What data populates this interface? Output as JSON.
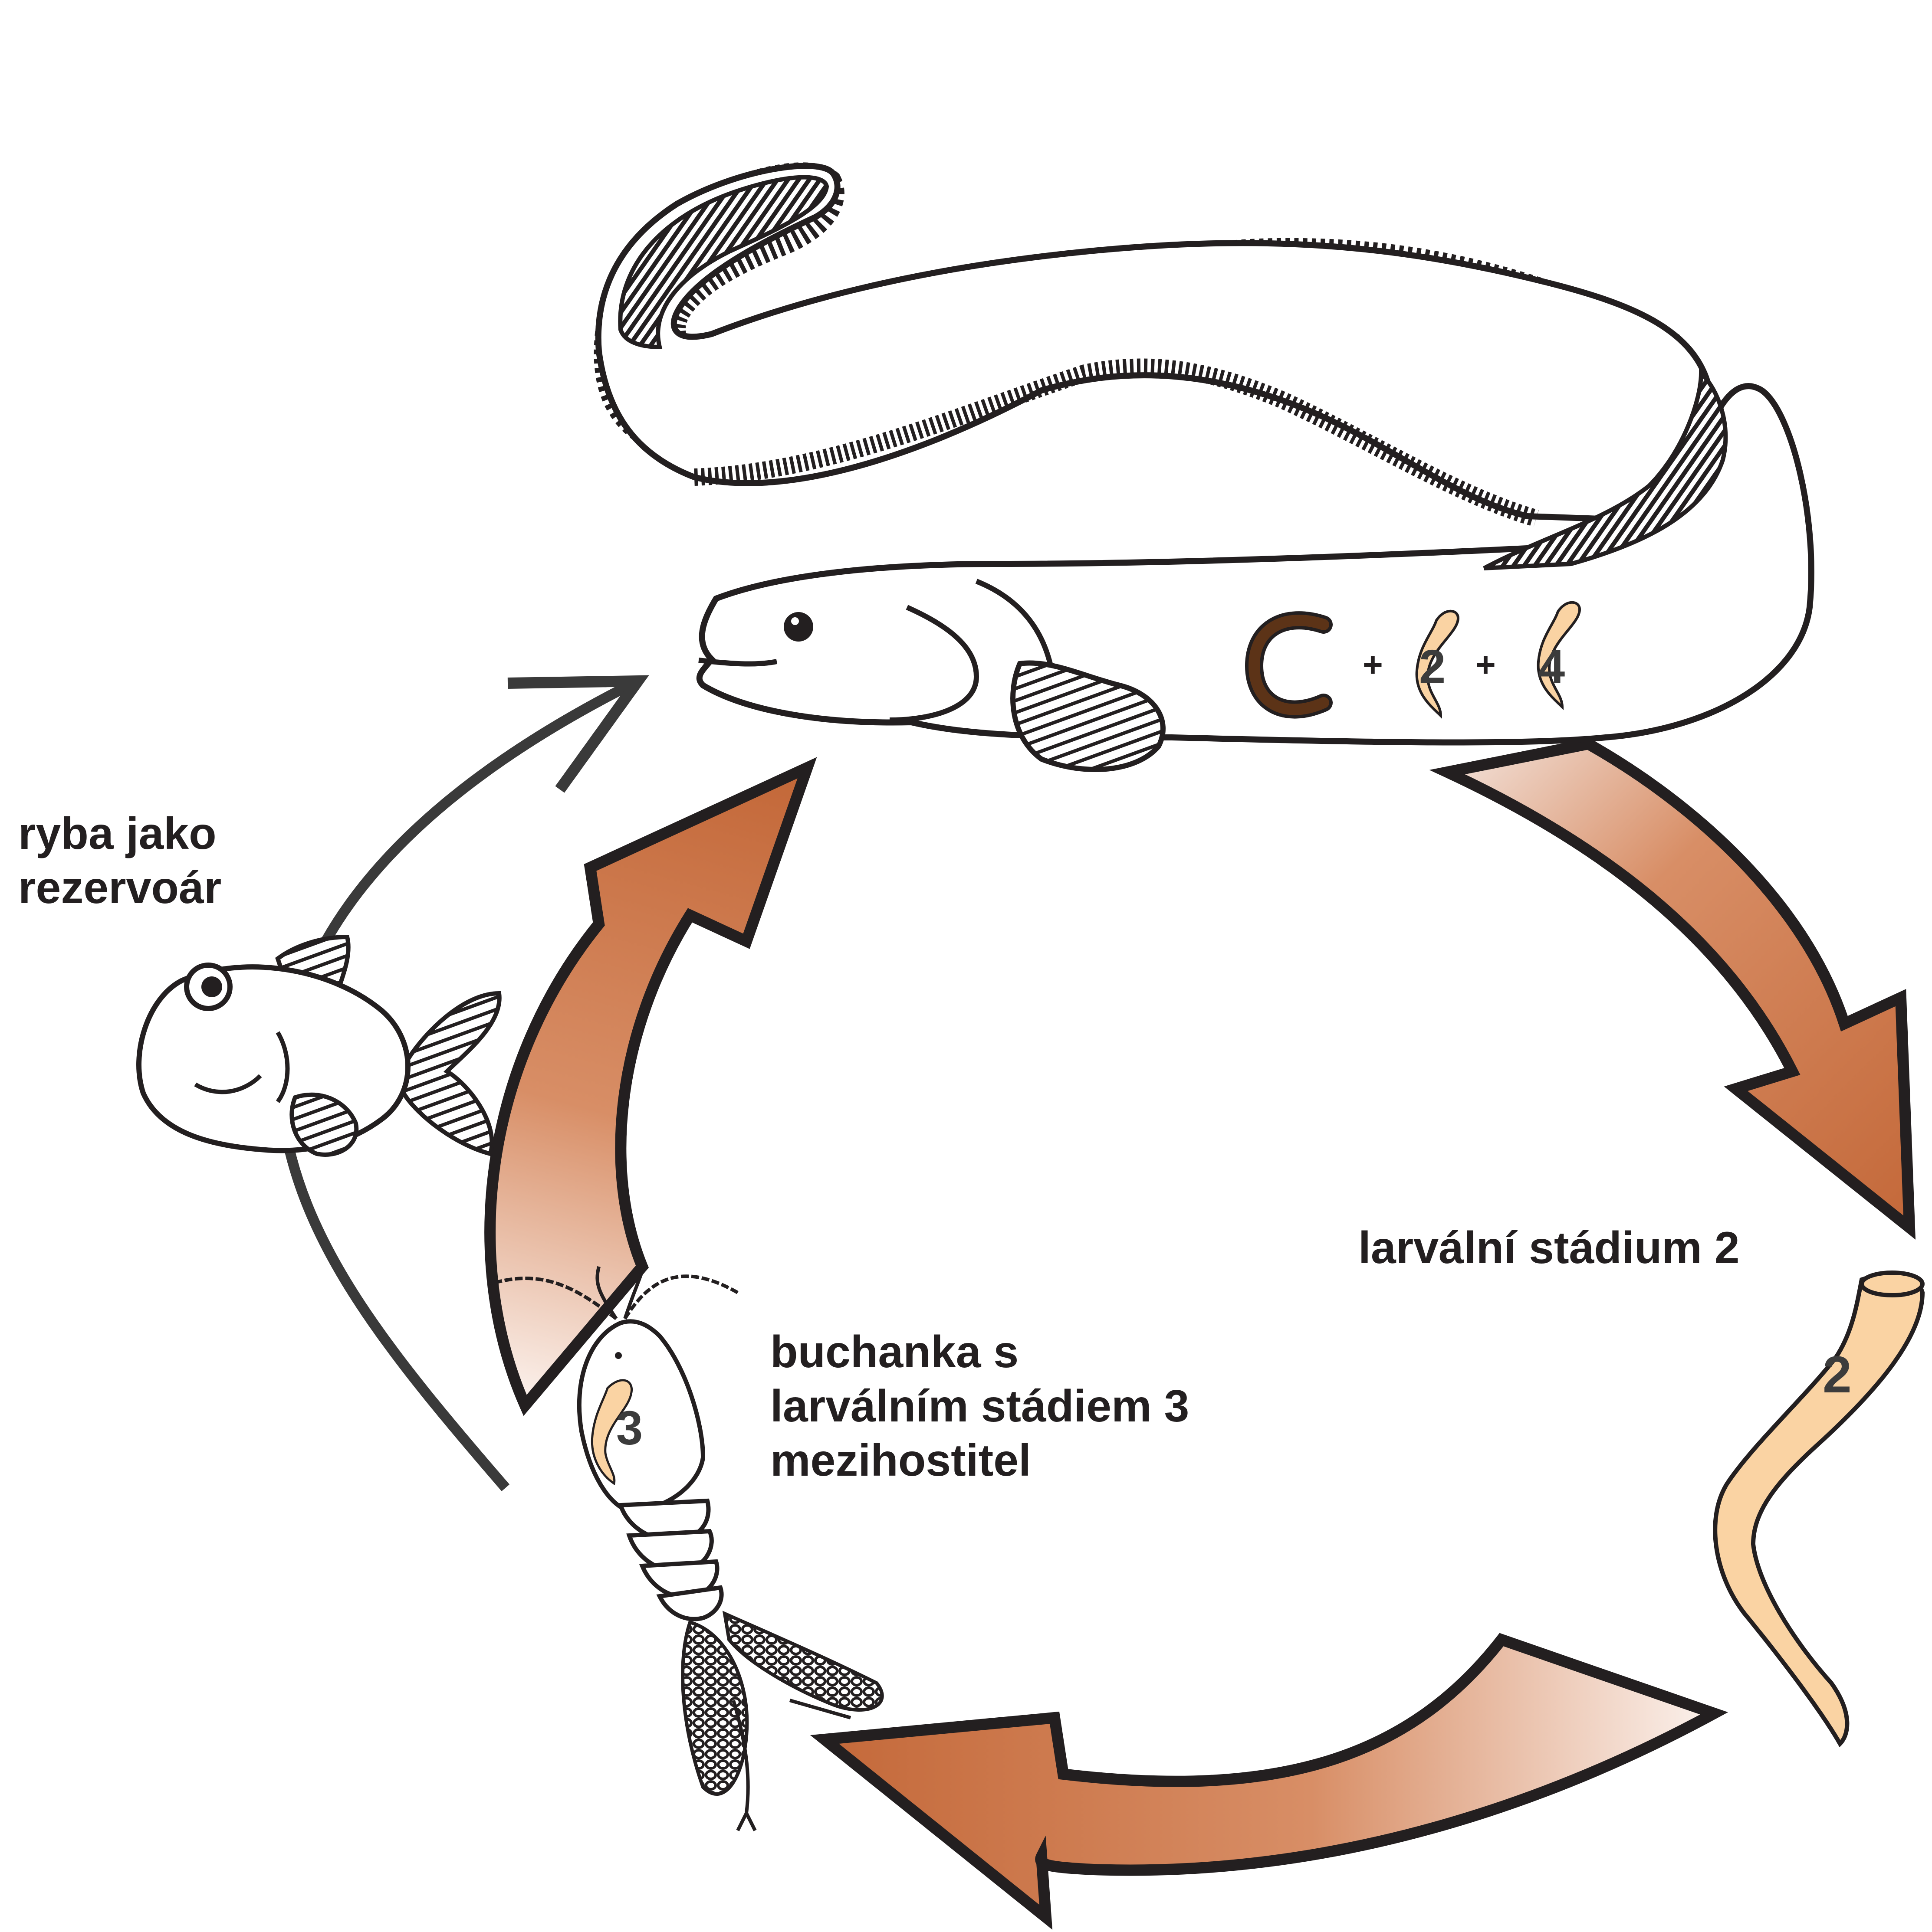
{
  "labels": {
    "fish_reservoir": [
      "ryba jako",
      "rezervoár"
    ],
    "copepod": [
      "buchanka s",
      "larválním stádiem 3",
      "mezihostitel"
    ],
    "larval_stage_2": "larvální stádium 2"
  },
  "eel_formula": {
    "plus": "+",
    "stage_a": "2",
    "stage_b": "4"
  },
  "larva_2_number": "2",
  "copepod_larva_number": "3",
  "colors": {
    "arrow_orange": "#c4693a",
    "arrow_light": "#f1ddd3",
    "larva_fill": "#fad3a3",
    "adult_worm": "#5c3317",
    "outline": "#231f20",
    "gray_arrow": "#3a3a3a"
  }
}
